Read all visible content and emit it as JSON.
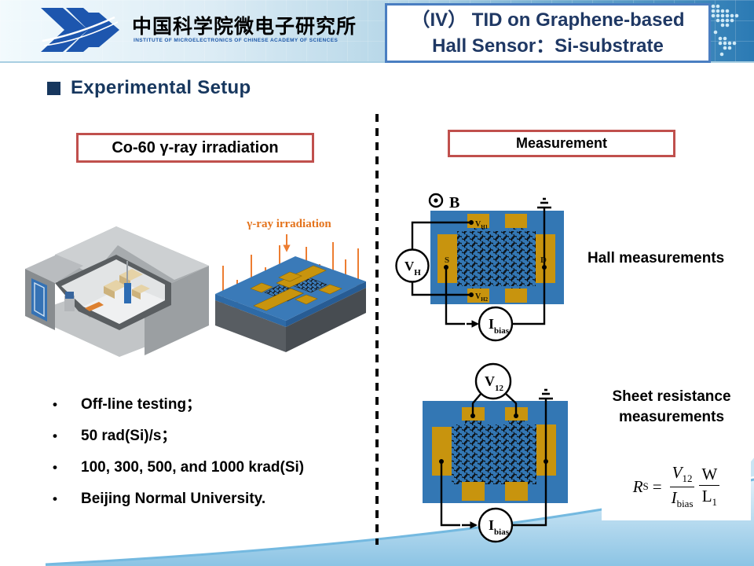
{
  "header": {
    "logo_cn": "中国科学院微电子研究所",
    "logo_en": "INSTITUTE OF MICROELECTRONICS OF CHINESE ACADEMY OF SCIENCES",
    "title_line1": "（IV） TID on Graphene-based",
    "title_line2": "Hall Sensor：Si-substrate"
  },
  "section_heading": "Experimental Setup",
  "left_panel": {
    "box_label": "Co-60 γ-ray irradiation",
    "chip_caption": "γ-ray irradiation",
    "bullets": [
      "Off-line testing；",
      "50 rad(Si)/s；",
      "100, 300, 500, and 1000 krad(Si)",
      "Beijing Normal University."
    ]
  },
  "right_panel": {
    "box_label": "Measurement",
    "hall_caption": "Hall measurements",
    "sheet_caption_line1": "Sheet resistance",
    "sheet_caption_line2": "measurements",
    "hall_diagram": {
      "b_field": "B",
      "meter_v": "V",
      "meter_v_sub": "H",
      "probe1_v": "V",
      "probe1_sub": "H1",
      "probe2_v": "V",
      "probe2_sub": "H2",
      "source": "S",
      "drain": "D",
      "bias_i": "I",
      "bias_sub": "bias"
    },
    "sheet_diagram": {
      "meter_v": "V",
      "meter_sub": "12",
      "bias_i": "I",
      "bias_sub": "bias"
    },
    "formula": {
      "lhs": "R",
      "lhs_sub": "S",
      "equals": "=",
      "num1": "V",
      "num1_sub": "12",
      "den1": "I",
      "den1_sub": "bias",
      "num2": "W",
      "den2": "L",
      "den2_sub": "1"
    }
  },
  "colors": {
    "accent_red": "#c0504d",
    "navy_text": "#17375e",
    "title_navy": "#1f3864",
    "device_blue": "#3377b4",
    "electrode_gold": "#c8940e",
    "arrow_orange": "#ed7d31",
    "header_blue": "#2b7ab4"
  }
}
